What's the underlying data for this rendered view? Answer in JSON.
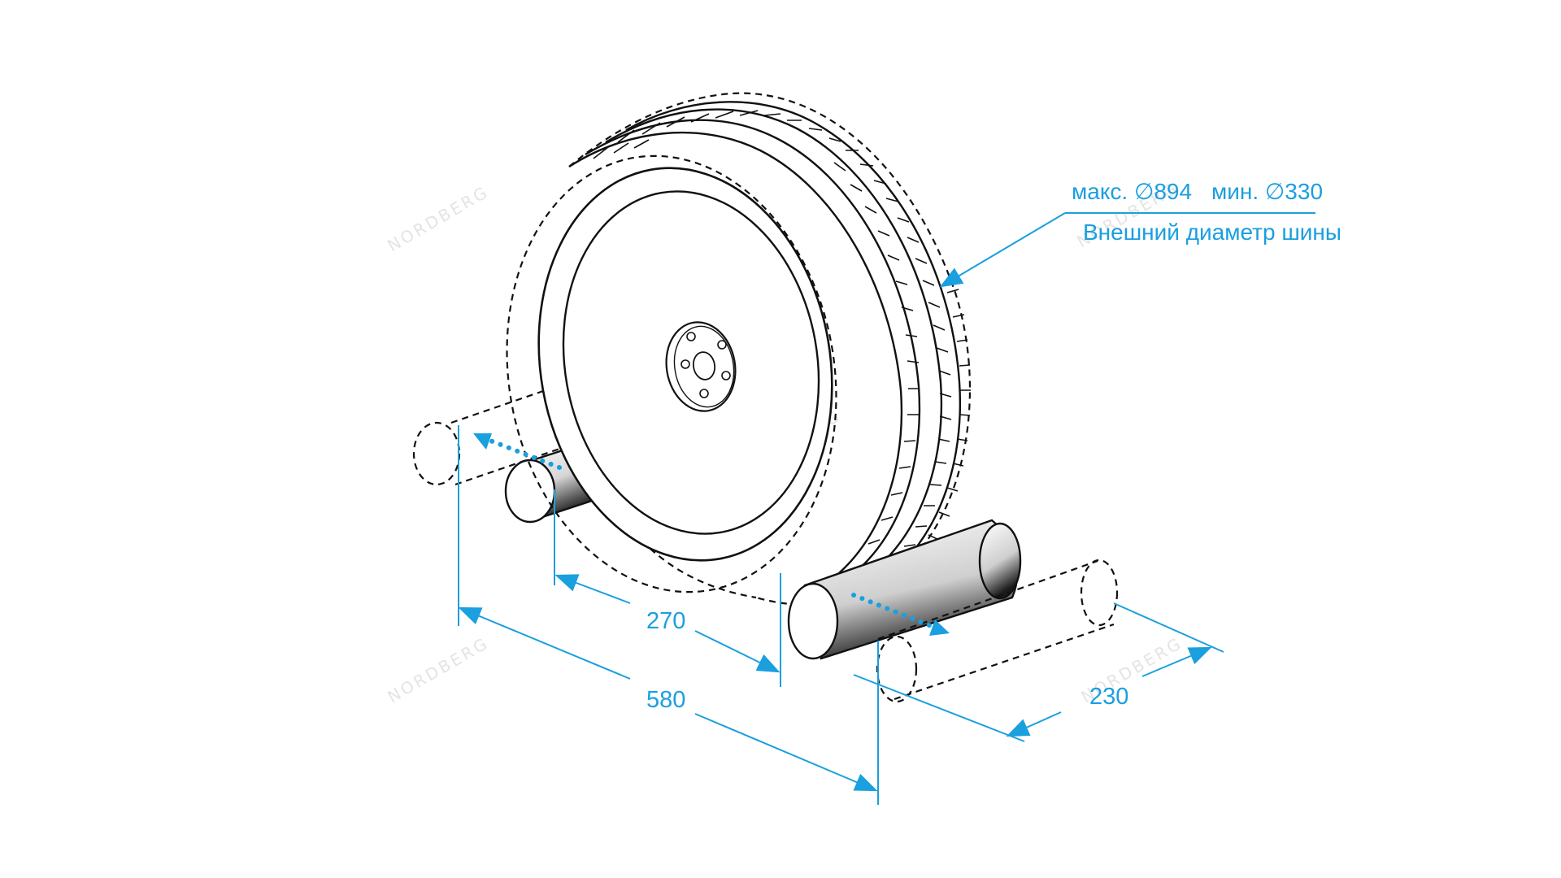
{
  "brand_watermark": "NORDBERG",
  "spec": {
    "max_label": "макс. ∅894",
    "min_label": "мин. ∅330",
    "caption": "Внешний диаметр шины"
  },
  "dimensions": {
    "inner_roller_gap": "270",
    "roller_span": "580",
    "roller_travel": "230"
  },
  "colors": {
    "accent": "#1a9fdf",
    "line": "#111111"
  }
}
